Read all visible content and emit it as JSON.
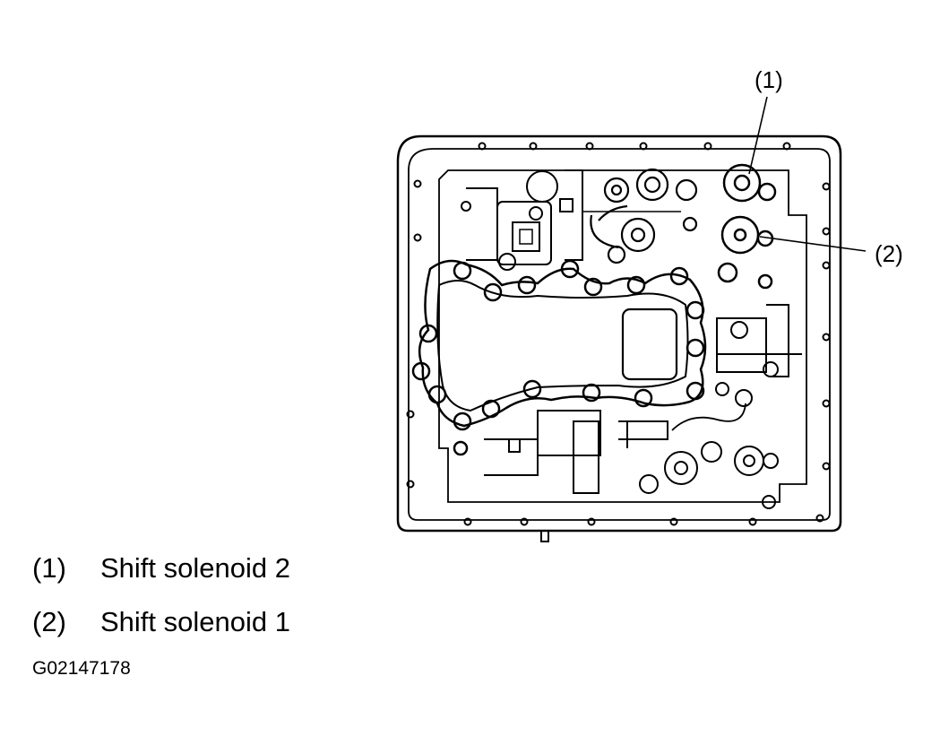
{
  "callouts": [
    {
      "label": "(1)"
    },
    {
      "label": "(2)"
    }
  ],
  "legend": [
    {
      "num": "(1)",
      "text": "Shift solenoid 2"
    },
    {
      "num": "(2)",
      "text": "Shift solenoid 1"
    }
  ],
  "figure_code": "G02147178"
}
